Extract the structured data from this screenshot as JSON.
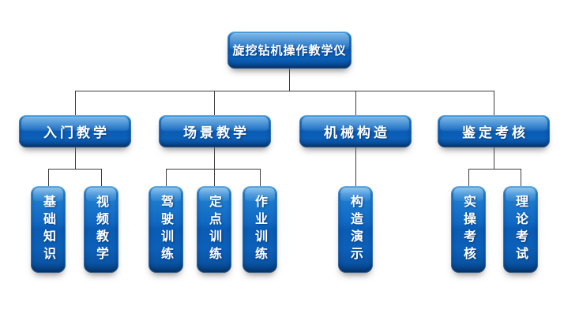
{
  "diagram": {
    "root": {
      "label": "旋挖钻机操作教学仪"
    },
    "branches": [
      {
        "label": "入门教学",
        "children": [
          "基础知识",
          "视频教学"
        ]
      },
      {
        "label": "场景教学",
        "children": [
          "驾驶训练",
          "定点训练",
          "作业训练"
        ]
      },
      {
        "label": "机械构造",
        "children": [
          "构造演示"
        ]
      },
      {
        "label": "鉴定考核",
        "children": [
          "实操考核",
          "理论考试"
        ]
      }
    ]
  },
  "colors": {
    "node_blue_light": "#4da2e2",
    "node_blue": "#0e66be",
    "node_blue_dark": "#063f7e",
    "node_text": "#ffffff",
    "connector": "#3d3d3d",
    "background": "#ffffff"
  }
}
